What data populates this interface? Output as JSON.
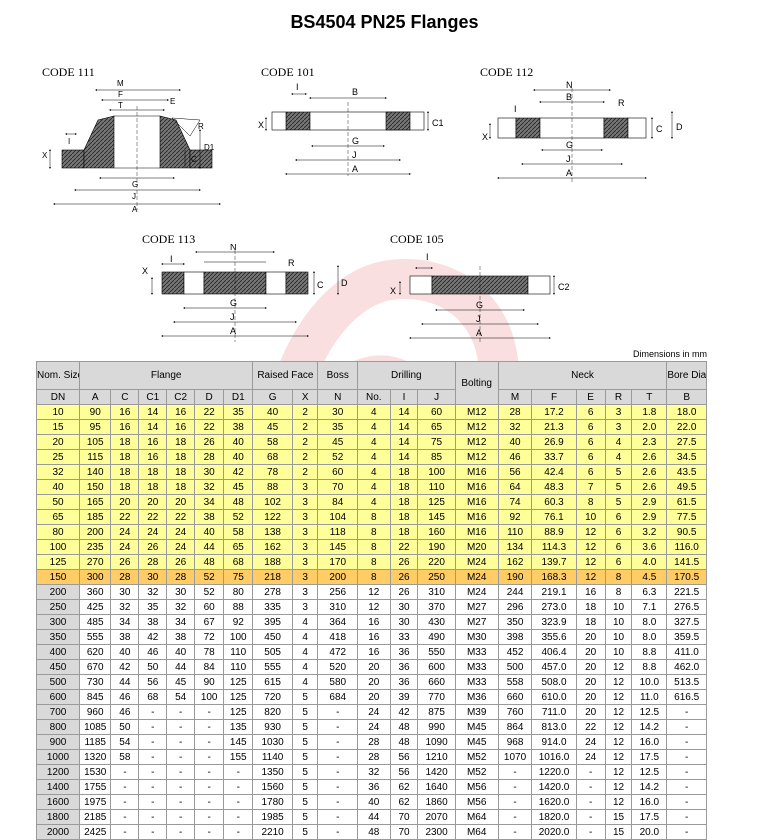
{
  "title": "BS4504 PN25 Flanges",
  "dimensions_note": "Dimensions in mm",
  "codes": {
    "c111": "CODE 111",
    "c101": "CODE 101",
    "c112": "CODE 112",
    "c113": "CODE 113",
    "c105": "CODE 105"
  },
  "diagram_labels": {
    "c111": [
      "M",
      "F",
      "T",
      "E",
      "R",
      "D1",
      "C",
      "X",
      "I",
      "G",
      "J",
      "A"
    ],
    "c101": [
      "I",
      "B",
      "X",
      "C1",
      "G",
      "J",
      "A"
    ],
    "c112": [
      "N",
      "B",
      "R",
      "X",
      "I",
      "C",
      "D",
      "G",
      "J",
      "A"
    ],
    "c113": [
      "N",
      "X",
      "I",
      "R",
      "C",
      "D",
      "G",
      "J",
      "A"
    ],
    "c105": [
      "I",
      "X",
      "C2",
      "G",
      "J",
      "A"
    ]
  },
  "table": {
    "group_headers": [
      "Nom. Size",
      "Flange",
      "Raised Face",
      "Boss",
      "Drilling",
      "Bolting",
      "Neck",
      "Bore Diameter"
    ],
    "sub_headers": [
      "DN",
      "A",
      "C",
      "C1",
      "C2",
      "D",
      "D1",
      "G",
      "X",
      "N",
      "No.",
      "I",
      "J",
      "",
      "M",
      "F",
      "E",
      "R",
      "T",
      "B"
    ],
    "rows": [
      [
        "10",
        "90",
        "16",
        "14",
        "16",
        "22",
        "35",
        "40",
        "2",
        "30",
        "4",
        "14",
        "60",
        "M12",
        "28",
        "17.2",
        "6",
        "3",
        "1.8",
        "18.0"
      ],
      [
        "15",
        "95",
        "16",
        "14",
        "16",
        "22",
        "38",
        "45",
        "2",
        "35",
        "4",
        "14",
        "65",
        "M12",
        "32",
        "21.3",
        "6",
        "3",
        "2.0",
        "22.0"
      ],
      [
        "20",
        "105",
        "18",
        "16",
        "18",
        "26",
        "40",
        "58",
        "2",
        "45",
        "4",
        "14",
        "75",
        "M12",
        "40",
        "26.9",
        "6",
        "4",
        "2.3",
        "27.5"
      ],
      [
        "25",
        "115",
        "18",
        "16",
        "18",
        "28",
        "40",
        "68",
        "2",
        "52",
        "4",
        "14",
        "85",
        "M12",
        "46",
        "33.7",
        "6",
        "4",
        "2.6",
        "34.5"
      ],
      [
        "32",
        "140",
        "18",
        "18",
        "18",
        "30",
        "42",
        "78",
        "2",
        "60",
        "4",
        "18",
        "100",
        "M16",
        "56",
        "42.4",
        "6",
        "5",
        "2.6",
        "43.5"
      ],
      [
        "40",
        "150",
        "18",
        "18",
        "18",
        "32",
        "45",
        "88",
        "3",
        "70",
        "4",
        "18",
        "110",
        "M16",
        "64",
        "48.3",
        "7",
        "5",
        "2.6",
        "49.5"
      ],
      [
        "50",
        "165",
        "20",
        "20",
        "20",
        "34",
        "48",
        "102",
        "3",
        "84",
        "4",
        "18",
        "125",
        "M16",
        "74",
        "60.3",
        "8",
        "5",
        "2.9",
        "61.5"
      ],
      [
        "65",
        "185",
        "22",
        "22",
        "22",
        "38",
        "52",
        "122",
        "3",
        "104",
        "8",
        "18",
        "145",
        "M16",
        "92",
        "76.1",
        "10",
        "6",
        "2.9",
        "77.5"
      ],
      [
        "80",
        "200",
        "24",
        "24",
        "24",
        "40",
        "58",
        "138",
        "3",
        "118",
        "8",
        "18",
        "160",
        "M16",
        "110",
        "88.9",
        "12",
        "6",
        "3.2",
        "90.5"
      ],
      [
        "100",
        "235",
        "24",
        "26",
        "24",
        "44",
        "65",
        "162",
        "3",
        "145",
        "8",
        "22",
        "190",
        "M20",
        "134",
        "114.3",
        "12",
        "6",
        "3.6",
        "116.0"
      ],
      [
        "125",
        "270",
        "26",
        "28",
        "26",
        "48",
        "68",
        "188",
        "3",
        "170",
        "8",
        "26",
        "220",
        "M24",
        "162",
        "139.7",
        "12",
        "6",
        "4.0",
        "141.5"
      ],
      [
        "150",
        "300",
        "28",
        "30",
        "28",
        "52",
        "75",
        "218",
        "3",
        "200",
        "8",
        "26",
        "250",
        "M24",
        "190",
        "168.3",
        "12",
        "8",
        "4.5",
        "170.5"
      ],
      [
        "200",
        "360",
        "30",
        "32",
        "30",
        "52",
        "80",
        "278",
        "3",
        "256",
        "12",
        "26",
        "310",
        "M24",
        "244",
        "219.1",
        "16",
        "8",
        "6.3",
        "221.5"
      ],
      [
        "250",
        "425",
        "32",
        "35",
        "32",
        "60",
        "88",
        "335",
        "3",
        "310",
        "12",
        "30",
        "370",
        "M27",
        "296",
        "273.0",
        "18",
        "10",
        "7.1",
        "276.5"
      ],
      [
        "300",
        "485",
        "34",
        "38",
        "34",
        "67",
        "92",
        "395",
        "4",
        "364",
        "16",
        "30",
        "430",
        "M27",
        "350",
        "323.9",
        "18",
        "10",
        "8.0",
        "327.5"
      ],
      [
        "350",
        "555",
        "38",
        "42",
        "38",
        "72",
        "100",
        "450",
        "4",
        "418",
        "16",
        "33",
        "490",
        "M30",
        "398",
        "355.6",
        "20",
        "10",
        "8.0",
        "359.5"
      ],
      [
        "400",
        "620",
        "40",
        "46",
        "40",
        "78",
        "110",
        "505",
        "4",
        "472",
        "16",
        "36",
        "550",
        "M33",
        "452",
        "406.4",
        "20",
        "10",
        "8.8",
        "411.0"
      ],
      [
        "450",
        "670",
        "42",
        "50",
        "44",
        "84",
        "110",
        "555",
        "4",
        "520",
        "20",
        "36",
        "600",
        "M33",
        "500",
        "457.0",
        "20",
        "12",
        "8.8",
        "462.0"
      ],
      [
        "500",
        "730",
        "44",
        "56",
        "45",
        "90",
        "125",
        "615",
        "4",
        "580",
        "20",
        "36",
        "660",
        "M33",
        "558",
        "508.0",
        "20",
        "12",
        "10.0",
        "513.5"
      ],
      [
        "600",
        "845",
        "46",
        "68",
        "54",
        "100",
        "125",
        "720",
        "5",
        "684",
        "20",
        "39",
        "770",
        "M36",
        "660",
        "610.0",
        "20",
        "12",
        "11.0",
        "616.5"
      ],
      [
        "700",
        "960",
        "46",
        "-",
        "-",
        "-",
        "125",
        "820",
        "5",
        "-",
        "24",
        "42",
        "875",
        "M39",
        "760",
        "711.0",
        "20",
        "12",
        "12.5",
        "-"
      ],
      [
        "800",
        "1085",
        "50",
        "-",
        "-",
        "-",
        "135",
        "930",
        "5",
        "-",
        "24",
        "48",
        "990",
        "M45",
        "864",
        "813.0",
        "22",
        "12",
        "14.2",
        "-"
      ],
      [
        "900",
        "1185",
        "54",
        "-",
        "-",
        "-",
        "145",
        "1030",
        "5",
        "-",
        "28",
        "48",
        "1090",
        "M45",
        "968",
        "914.0",
        "24",
        "12",
        "16.0",
        "-"
      ],
      [
        "1000",
        "1320",
        "58",
        "-",
        "-",
        "-",
        "155",
        "1140",
        "5",
        "-",
        "28",
        "56",
        "1210",
        "M52",
        "1070",
        "1016.0",
        "24",
        "12",
        "17.5",
        "-"
      ],
      [
        "1200",
        "1530",
        "-",
        "-",
        "-",
        "-",
        "-",
        "1350",
        "5",
        "-",
        "32",
        "56",
        "1420",
        "M52",
        "-",
        "1220.0",
        "-",
        "12",
        "12.5",
        "-"
      ],
      [
        "1400",
        "1755",
        "-",
        "-",
        "-",
        "-",
        "-",
        "1560",
        "5",
        "-",
        "36",
        "62",
        "1640",
        "M56",
        "-",
        "1420.0",
        "-",
        "12",
        "14.2",
        "-"
      ],
      [
        "1600",
        "1975",
        "-",
        "-",
        "-",
        "-",
        "-",
        "1780",
        "5",
        "-",
        "40",
        "62",
        "1860",
        "M56",
        "-",
        "1620.0",
        "-",
        "12",
        "16.0",
        "-"
      ],
      [
        "1800",
        "2185",
        "-",
        "-",
        "-",
        "-",
        "-",
        "1985",
        "5",
        "-",
        "44",
        "70",
        "2070",
        "M64",
        "-",
        "1820.0",
        "-",
        "15",
        "17.5",
        "-"
      ],
      [
        "2000",
        "2425",
        "-",
        "-",
        "-",
        "-",
        "-",
        "2210",
        "5",
        "-",
        "48",
        "70",
        "2300",
        "M64",
        "-",
        "2020.0",
        "-",
        "15",
        "20.0",
        "-"
      ]
    ]
  },
  "colors": {
    "highlight": "#ffff99",
    "highlight_strong": "#ffcc66",
    "header_bg": "#d9d9d9",
    "hatch": "#555555"
  }
}
